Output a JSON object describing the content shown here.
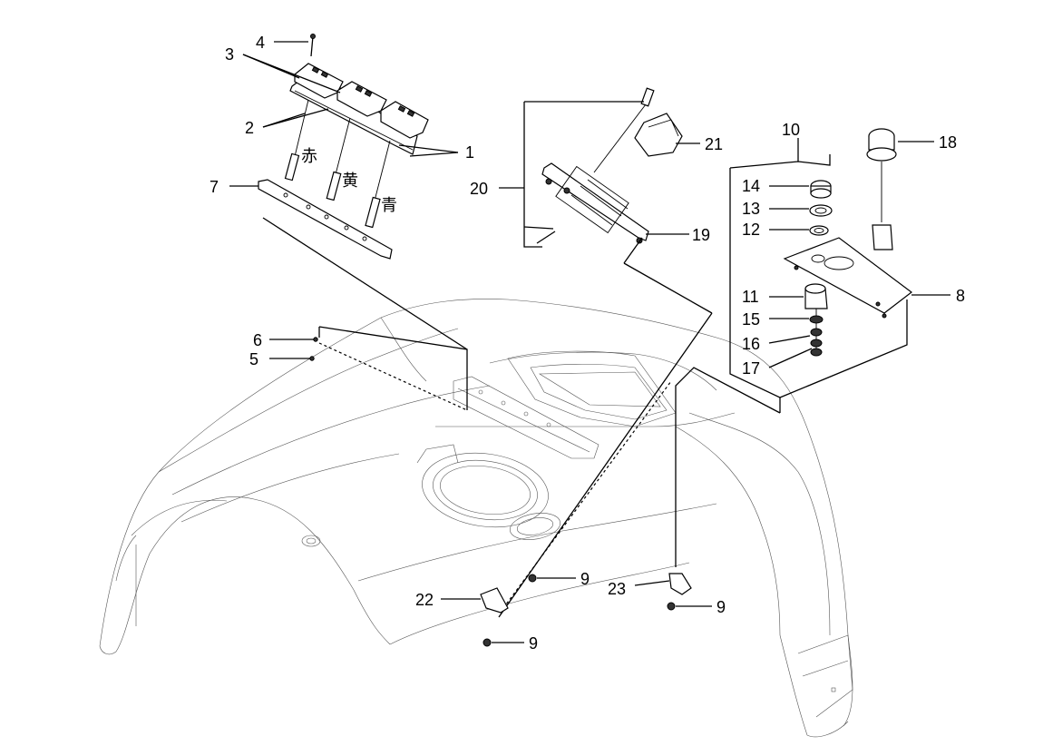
{
  "callouts": {
    "c1": "1",
    "c2": "2",
    "c3": "3",
    "c4": "4",
    "c5": "5",
    "c6": "6",
    "c7": "7",
    "c8": "8",
    "c9a": "9",
    "c9b": "9",
    "c9c": "9",
    "c10": "10",
    "c11": "11",
    "c12": "12",
    "c13": "13",
    "c14": "14",
    "c15": "15",
    "c16": "16",
    "c17": "17",
    "c18": "18",
    "c19": "19",
    "c20": "20",
    "c21": "21",
    "c22": "22",
    "c23": "23"
  },
  "wire_labels": {
    "red": "赤",
    "yellow": "黄",
    "blue": "青"
  }
}
